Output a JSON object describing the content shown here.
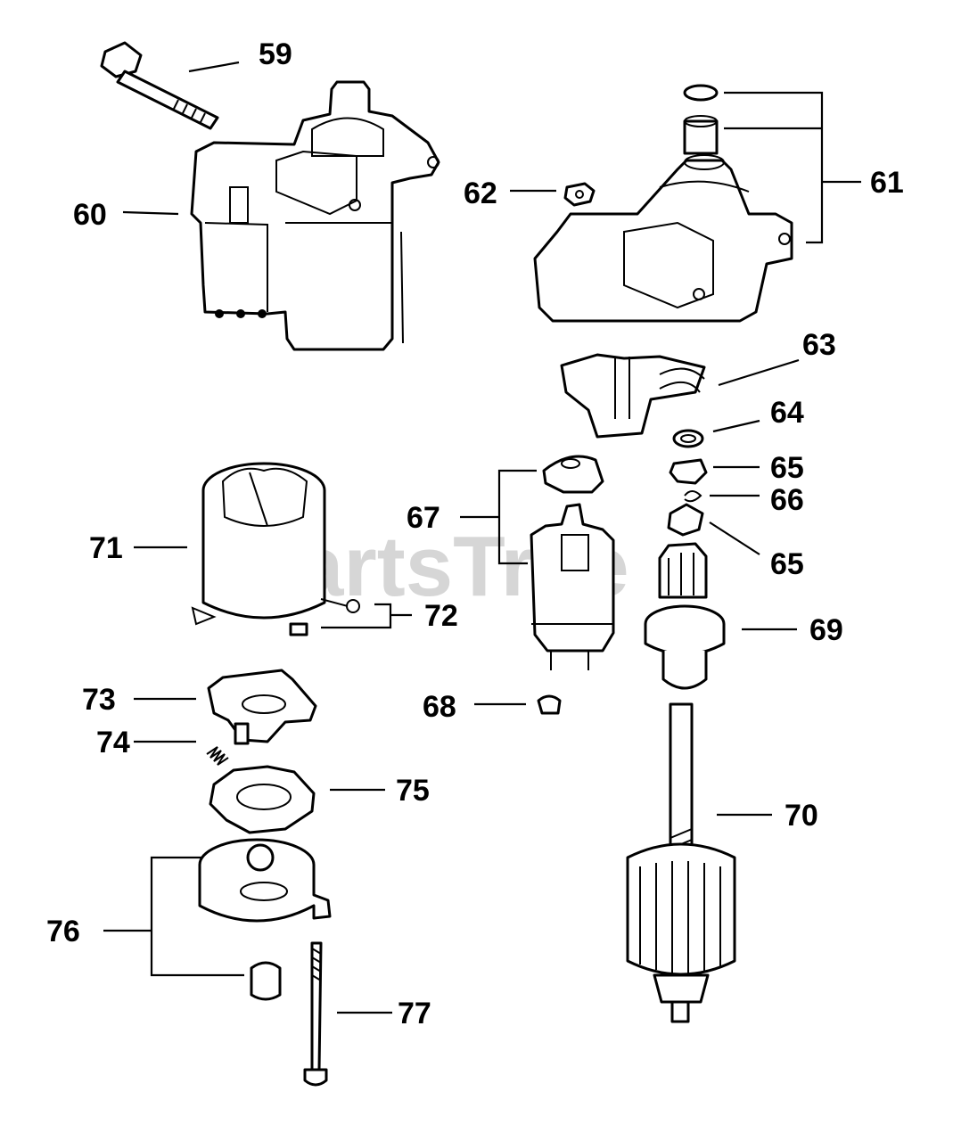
{
  "watermark": "PartsTree",
  "callouts": {
    "c59": "59",
    "c60": "60",
    "c61": "61",
    "c62": "62",
    "c63": "63",
    "c64": "64",
    "c65a": "65",
    "c66": "66",
    "c65b": "65",
    "c67": "67",
    "c68": "68",
    "c69": "69",
    "c70": "70",
    "c71": "71",
    "c72": "72",
    "c73": "73",
    "c74": "74",
    "c75": "75",
    "c76": "76",
    "c77": "77"
  }
}
